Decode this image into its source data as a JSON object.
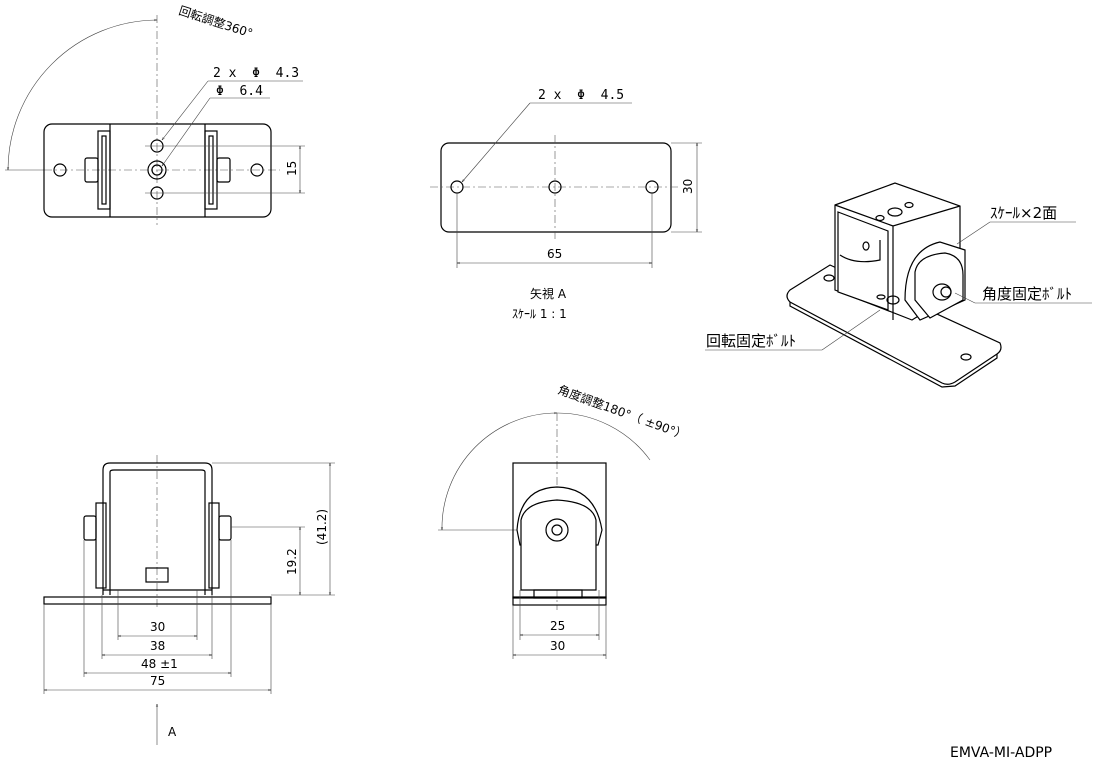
{
  "top_view": {
    "rotation_label": "回転調整360°",
    "hole_small_label": "2 x  Φ  4.3",
    "hole_center_label": "Φ  6.4",
    "dim_hole_pitch": "15"
  },
  "view_a": {
    "hole_label": "2 x  Φ  4.5",
    "dim_height": "30",
    "dim_hole_span": "65",
    "title": "矢視 A",
    "scale": "ｽｹｰﾙ 1 : 1"
  },
  "iso_view": {
    "scale_label": "ｽｹｰﾙ×2面",
    "angle_bolt_label": "角度固定ﾎﾞﾙﾄ",
    "rotation_bolt_label": "回転固定ﾎﾞﾙﾄ"
  },
  "front_view": {
    "dim_30": "30",
    "dim_38": "38",
    "dim_48": "48 ±1",
    "dim_75": "75",
    "dim_19_2": "19.2",
    "dim_41_2": "(41.2)",
    "view_arrow_label": "A"
  },
  "side_view": {
    "angle_label": "角度調整180°（ ±90°）",
    "dim_25": "25",
    "dim_30": "30"
  },
  "part_number": "EMVA-MI-ADPP"
}
